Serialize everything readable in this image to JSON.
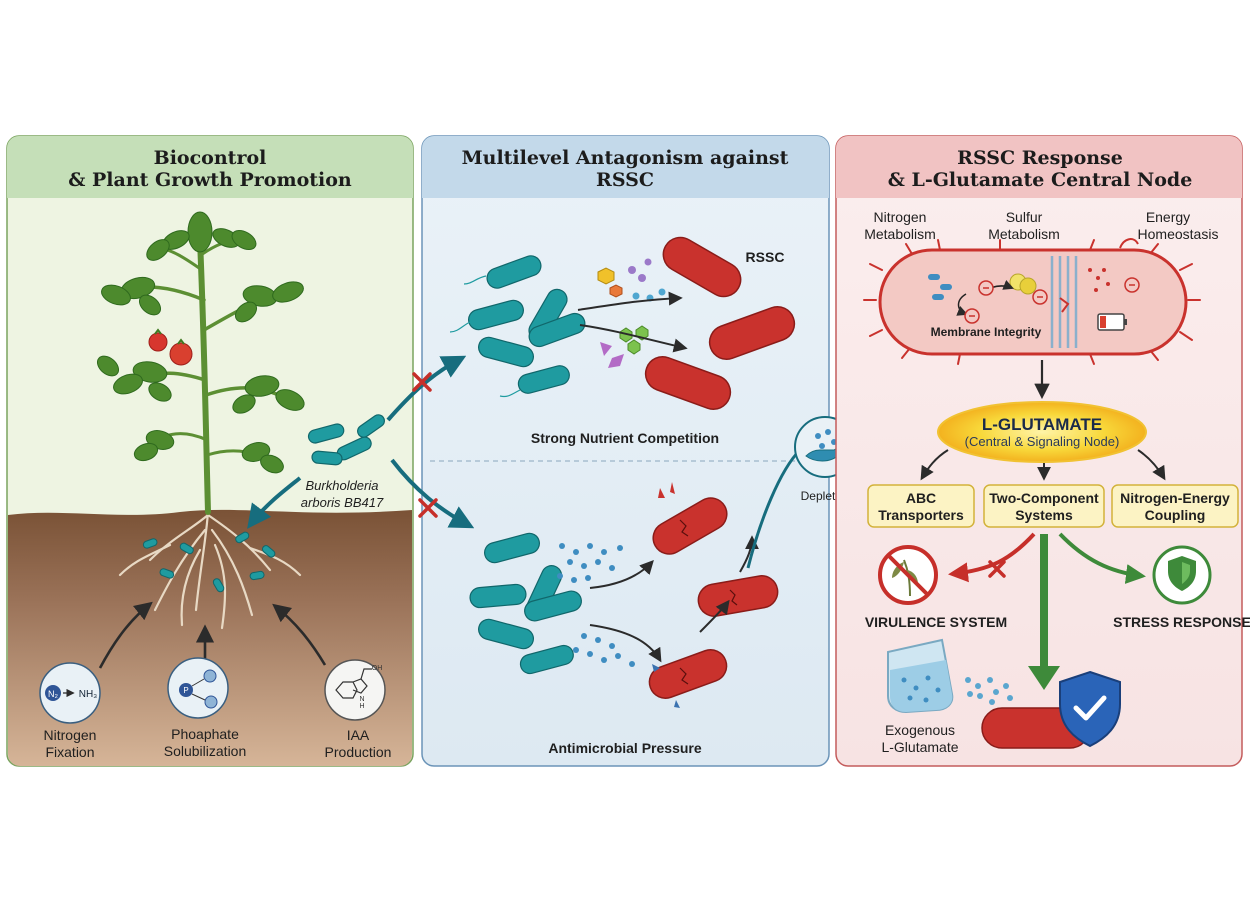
{
  "panels": {
    "left": {
      "title_line1": "Biocontrol",
      "title_line2": "& Plant Growth Promotion",
      "bacterium_line1": "Burkholderia",
      "bacterium_line2": "arboris BB417",
      "nitrogen": {
        "label_line1": "Nitrogen",
        "label_line2": "Fixation",
        "icon_from": "N₂",
        "icon_to": "NH₃"
      },
      "phosphate": {
        "label_line1": "Phoaphate",
        "label_line2": "Solubilization",
        "icon_p": "P"
      },
      "iaa": {
        "label_line1": "IAA",
        "label_line2": "Production",
        "icon_oh": "OH",
        "icon_h": "H",
        "icon_n": "N"
      }
    },
    "middle": {
      "title_line1": "Multilevel Antagonism against",
      "title_line2": "RSSC",
      "rssc_label": "RSSC",
      "competition_label": "Strong Nutrient Competition",
      "pressure_label": "Antimicrobial Pressure"
    },
    "right": {
      "title_line1": "RSSC Response",
      "title_line2": "& L-Glutamate Central Node",
      "nitrogen_metabolism": [
        "Nitrogen",
        "Metabolism"
      ],
      "sulfur_metabolism": [
        "Sulfur",
        "Metabolism"
      ],
      "energy_homeostasis": [
        "Energy",
        "Homeostasis"
      ],
      "membrane_integrity": "Membrane Integrity",
      "node_title": "L-GLUTAMATE",
      "node_subtitle": "(Central & Signaling Node)",
      "abc": [
        "ABC",
        "Transporters"
      ],
      "two_component": [
        "Two-Component",
        "Systems"
      ],
      "nitrogen_energy": [
        "Nitrogen-Energy",
        "Coupling"
      ],
      "virulence": "VIRULENCE SYSTEM",
      "stress": "STRESS RESPONSE",
      "exogenous": [
        "Exogenous",
        "L-Glutamate"
      ]
    },
    "depletion_label": "Depletion"
  },
  "colors": {
    "left_header": "#c5dfb8",
    "middle_header": "#c3d9ea",
    "right_header": "#f1c3c3",
    "teal_bacterium": "#1f9ba0",
    "red_pathogen": "#c9322d",
    "arrow_teal": "#176d7e",
    "glutamate_yellow": "#f6d22a",
    "soil": "#8c6446"
  }
}
